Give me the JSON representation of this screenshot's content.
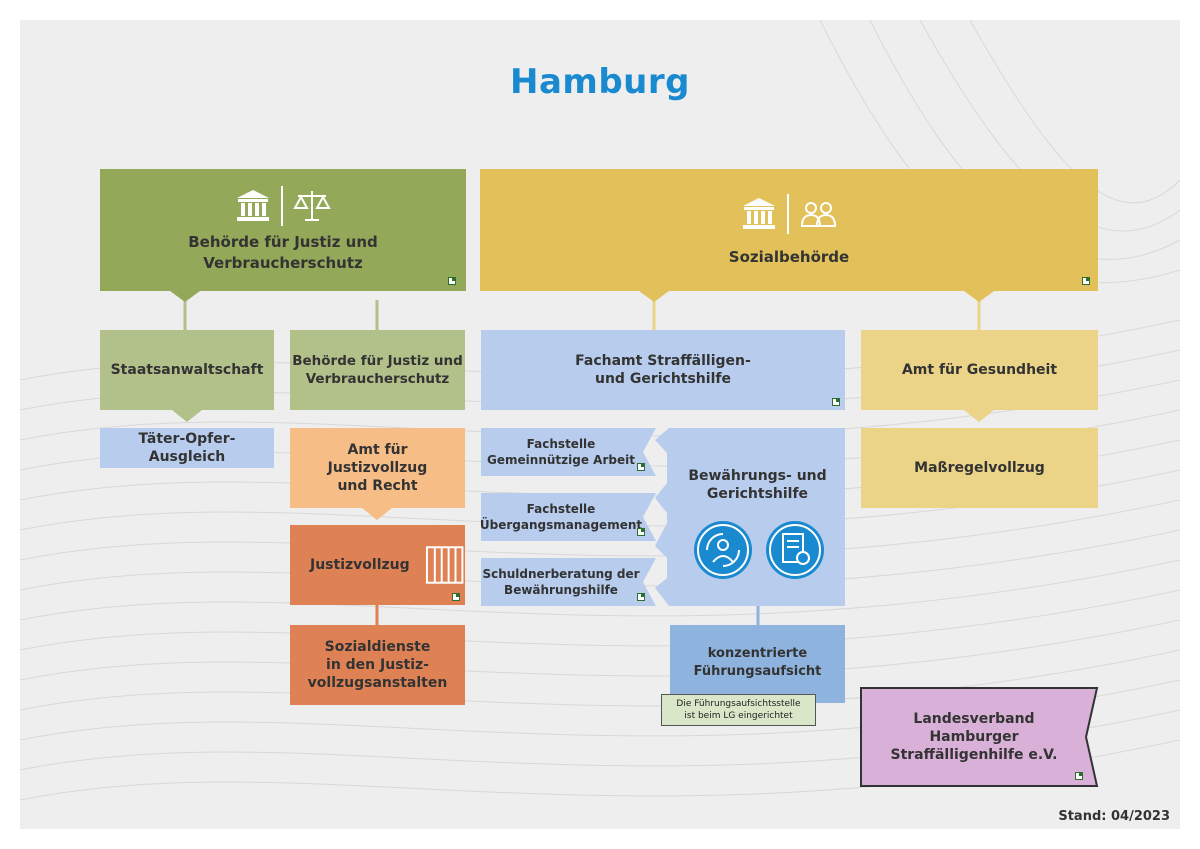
{
  "page": {
    "title": "Hamburg",
    "stand": "Stand: 04/2023"
  },
  "colors": {
    "green_dark": "#94a85a",
    "green_light": "#b2c08a",
    "yellow_dark": "#e2c15a",
    "yellow_light": "#ebd388",
    "blue_light": "#b8cdee",
    "blue_mid": "#8fb3df",
    "orange_light": "#f6bd87",
    "orange_dark": "#de8256",
    "purple": "#d9b0d8",
    "title_blue": "#1a8ad0"
  },
  "top": {
    "justice": "Behörde für Justiz und\nVerbraucherschutz",
    "social": "Sozialbehörde"
  },
  "left": {
    "staatsanwaltschaft": "Staatsanwaltschaft",
    "behoerde": "Behörde für Justiz und\nVerbraucherschutz",
    "toa": "Täter-Opfer-\nAusgleich",
    "amt_justiz": "Amt für\nJustizvollzug\nund Recht",
    "justizvollzug": "Justizvollzug",
    "sozialdienste": "Sozialdienste\nin den Justiz-\nvollzugsanstalten"
  },
  "middle": {
    "fachamt": "Fachamt Straffälligen-\nund Gerichtshilfe",
    "fachstelle_gem": "Fachstelle\nGemeinnützige Arbeit",
    "fachstelle_ueb": "Fachstelle\nÜbergangsmanagement",
    "schuldner": "Schuldnerberatung der\nBewährungshilfe",
    "bewaehrung": "Bewährungs- und\nGerichtshilfe",
    "fuehrung": "konzentrierte\nFührungsaufsicht",
    "note": "Die Führungsaufsichtsstelle\nist beim LG eingerichtet"
  },
  "right": {
    "gesundheit": "Amt für Gesundheit",
    "massregel": "Maßregelvollzug",
    "landesverband": "Landesverband\nHamburger\nStraffälligenhilfe e.V."
  }
}
